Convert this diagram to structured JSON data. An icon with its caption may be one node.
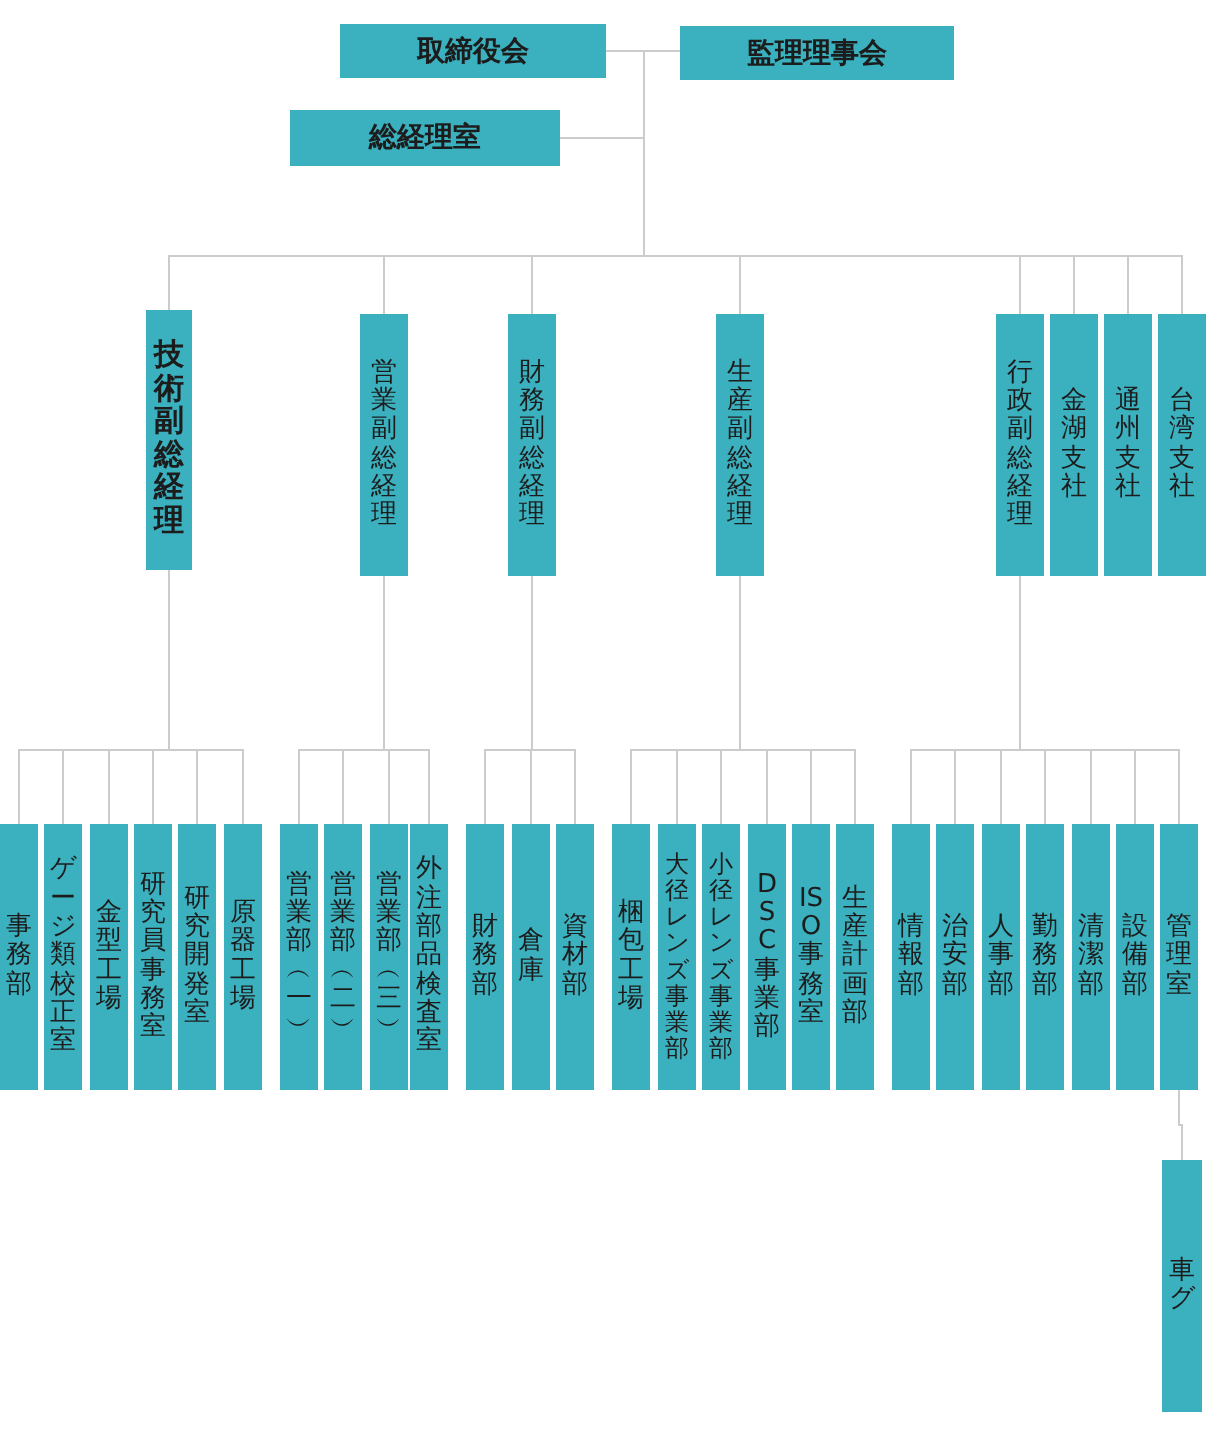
{
  "diagram": {
    "nodes": [
      {
        "text": [
          "取締役会"
        ]
      },
      {
        "text": [
          "監理理事会"
        ]
      },
      {
        "text": [
          "総経理室"
        ]
      },
      {
        "text": [
          "技術副総経理"
        ]
      },
      {
        "text": [
          "営業副総経理"
        ]
      },
      {
        "text": [
          "財務副総経理"
        ]
      },
      {
        "text": [
          "生産副総経理"
        ]
      },
      {
        "text": [
          "行政副総経理"
        ]
      },
      {
        "text": [
          "金湖支社"
        ]
      },
      {
        "text": [
          "通州支社"
        ]
      },
      {
        "text": [
          "台湾支社"
        ]
      },
      {
        "text": [
          "事務部"
        ]
      },
      {
        "text": [
          "ゲージ類校正室"
        ]
      },
      {
        "text": [
          "金型工場"
        ]
      },
      {
        "text": [
          "研究員事務室"
        ]
      },
      {
        "text": [
          "研究開発室"
        ]
      },
      {
        "text": [
          "原器工場"
        ]
      },
      {
        "text": [
          "営業部︵一︶"
        ]
      },
      {
        "text": [
          "営業部︵二︶"
        ]
      },
      {
        "text": [
          "営業部︵三︶"
        ]
      },
      {
        "text": [
          "外注部品検査室"
        ]
      },
      {
        "text": [
          "財務部"
        ]
      },
      {
        "text": [
          "倉庫"
        ]
      },
      {
        "text": [
          "資材部"
        ]
      },
      {
        "text": [
          "梱包工場"
        ]
      },
      {
        "text": [
          "大径レンズ事業部"
        ]
      },
      {
        "text": [
          "小径レンズ事業部"
        ]
      },
      {
        "text": [
          "DSC事業部"
        ]
      },
      {
        "text": [
          "ISO事務室"
        ]
      },
      {
        "text": [
          "生産計画部"
        ]
      },
      {
        "text": [
          "情報部"
        ]
      },
      {
        "text": [
          "治安部"
        ]
      },
      {
        "text": [
          "人事部"
        ]
      },
      {
        "text": [
          "勤務部"
        ]
      },
      {
        "text": [
          "清潔部"
        ]
      },
      {
        "text": [
          "設備部"
        ]
      },
      {
        "text": [
          "管理室"
        ]
      },
      {
        "text": [
          "車グ"
        ]
      }
    ],
    "edges": [
      {
        "from": 0,
        "to": 1,
        "arrow": "none"
      },
      {
        "from": 0,
        "to": 2,
        "arrow": "none"
      },
      {
        "from": 0,
        "to": 3,
        "arrow": "none"
      },
      {
        "from": 0,
        "to": 4,
        "arrow": "none"
      },
      {
        "from": 0,
        "to": 5,
        "arrow": "none"
      },
      {
        "from": 0,
        "to": 6,
        "arrow": "none"
      },
      {
        "from": 0,
        "to": 7,
        "arrow": "none"
      },
      {
        "from": 0,
        "to": 8,
        "arrow": "none"
      },
      {
        "from": 0,
        "to": 9,
        "arrow": "none"
      },
      {
        "from": 0,
        "to": 10,
        "arrow": "none"
      },
      {
        "from": 3,
        "to": 11,
        "arrow": "none"
      },
      {
        "from": 3,
        "to": 12,
        "arrow": "none"
      },
      {
        "from": 3,
        "to": 13,
        "arrow": "none"
      },
      {
        "from": 3,
        "to": 14,
        "arrow": "none"
      },
      {
        "from": 3,
        "to": 15,
        "arrow": "none"
      },
      {
        "from": 3,
        "to": 16,
        "arrow": "none"
      },
      {
        "from": 4,
        "to": 17,
        "arrow": "none"
      },
      {
        "from": 4,
        "to": 18,
        "arrow": "none"
      },
      {
        "from": 4,
        "to": 19,
        "arrow": "none"
      },
      {
        "from": 4,
        "to": 20,
        "arrow": "none"
      },
      {
        "from": 5,
        "to": 21,
        "arrow": "none"
      },
      {
        "from": 5,
        "to": 22,
        "arrow": "none"
      },
      {
        "from": 5,
        "to": 23,
        "arrow": "none"
      },
      {
        "from": 6,
        "to": 24,
        "arrow": "none"
      },
      {
        "from": 6,
        "to": 25,
        "arrow": "none"
      },
      {
        "from": 6,
        "to": 26,
        "arrow": "none"
      },
      {
        "from": 6,
        "to": 27,
        "arrow": "none"
      },
      {
        "from": 6,
        "to": 28,
        "arrow": "none"
      },
      {
        "from": 6,
        "to": 29,
        "arrow": "none"
      },
      {
        "from": 7,
        "to": 30,
        "arrow": "none"
      },
      {
        "from": 7,
        "to": 31,
        "arrow": "none"
      },
      {
        "from": 7,
        "to": 32,
        "arrow": "none"
      },
      {
        "from": 7,
        "to": 33,
        "arrow": "none"
      },
      {
        "from": 7,
        "to": 34,
        "arrow": "none"
      },
      {
        "from": 7,
        "to": 35,
        "arrow": "none"
      },
      {
        "from": 7,
        "to": 36,
        "arrow": "none"
      },
      {
        "from": 36,
        "to": 37,
        "arrow": "none"
      }
    ]
  }
}
